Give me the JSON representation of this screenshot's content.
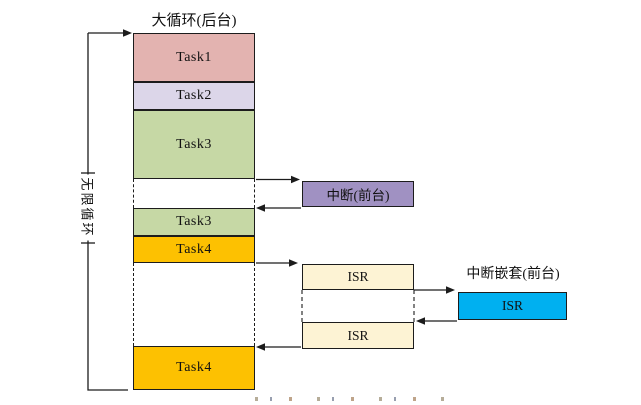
{
  "title": "大循环(后台)",
  "left_loop": {
    "label": "无限循环"
  },
  "task_column": {
    "blocks": [
      {
        "label": "Task1",
        "color": "#e3b3b0"
      },
      {
        "label": "Task2",
        "color": "#dcd6e9"
      },
      {
        "label": "Task3",
        "color": "#c6d8a5"
      },
      {
        "label": "Task3",
        "color": "#c6d8a5"
      },
      {
        "label": "Task4",
        "color": "#fdc101"
      },
      {
        "label": "Task4",
        "color": "#fdc101"
      }
    ]
  },
  "foreground": {
    "interrupt_box": {
      "label": "中断(前台)",
      "color": "#a091c2"
    },
    "isr_boxes": [
      {
        "label": "ISR",
        "color": "#fdf3d4"
      },
      {
        "label": "ISR",
        "color": "#fdf3d4"
      }
    ],
    "nested": {
      "title": "中断嵌套(前台)",
      "isr_box": {
        "label": "ISR",
        "color": "#00b0f0"
      }
    }
  },
  "line_color": "#1c1c1c"
}
